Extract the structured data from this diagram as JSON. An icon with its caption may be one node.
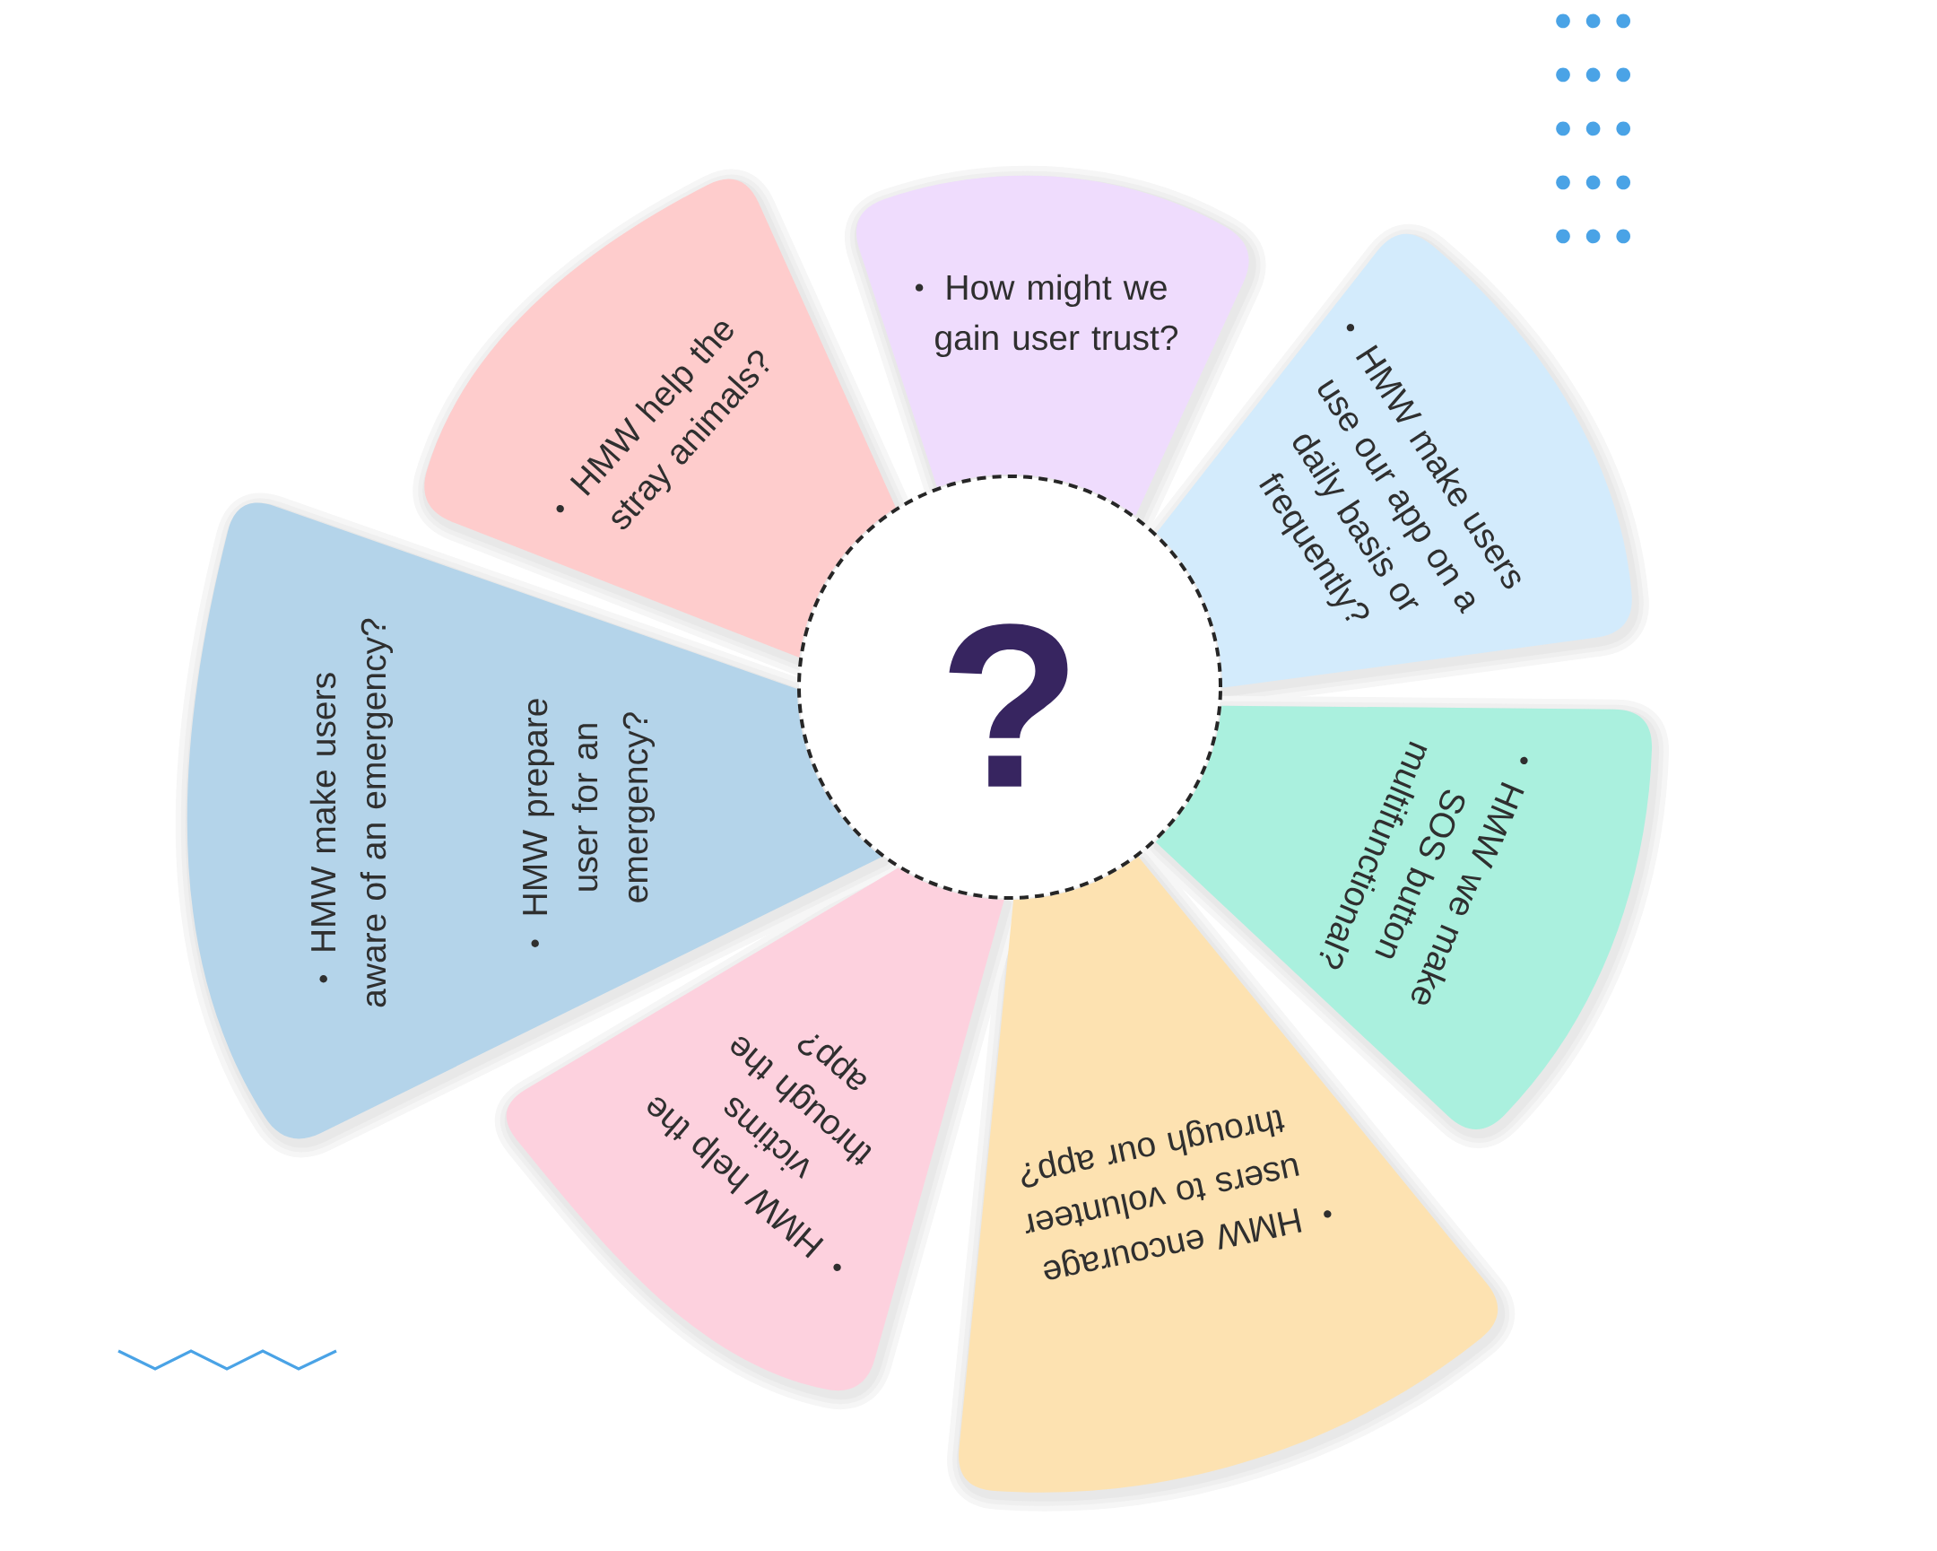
{
  "diagram": {
    "nodes": [
      {
        "text": [
          "?"
        ]
      },
      {
        "text": [
          "How might we gain user trust?"
        ]
      },
      {
        "text": [
          "HMW make users use our app on a daily basis or frequently?"
        ]
      },
      {
        "text": [
          "HMW we make SOS button multifunctional?"
        ]
      },
      {
        "text": [
          "HMW encourage users to volunteer through our app?"
        ]
      },
      {
        "text": [
          "HMW help the victims through the app?"
        ]
      },
      {
        "text": [
          "HMW make users aware of an emergency?",
          "HMW prepare user for an emergency?"
        ]
      },
      {
        "text": [
          "HMW help the stray animals?"
        ]
      }
    ]
  }
}
